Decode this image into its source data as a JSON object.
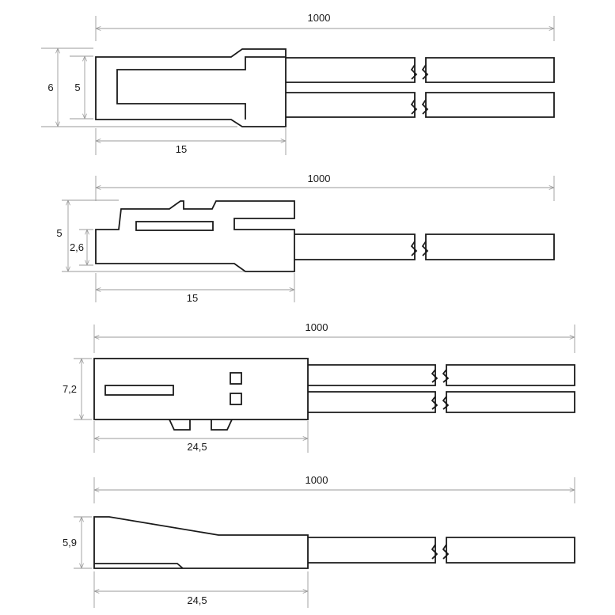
{
  "connectors": [
    {
      "length_label": "1000",
      "height_label": "6",
      "inner_height_label": "5",
      "body_label": "15"
    },
    {
      "length_label": "1000",
      "height_label": "5",
      "inner_height_label": "2,6",
      "body_label": "15"
    },
    {
      "length_label": "1000",
      "height_label": "7,2",
      "body_label": "24,5"
    },
    {
      "length_label": "1000",
      "height_label": "5,9",
      "body_label": "24,5"
    }
  ],
  "colors": {
    "outline": "#1a1a1a",
    "dimension": "#9a9a9a",
    "background": "#ffffff"
  }
}
